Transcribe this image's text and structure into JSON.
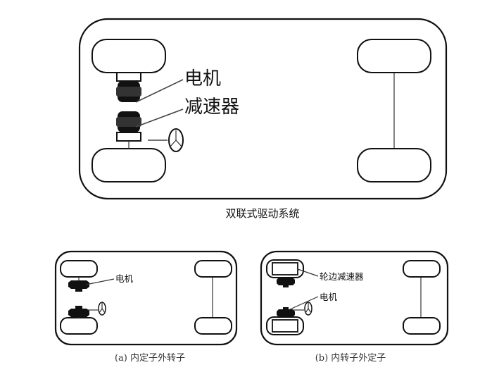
{
  "main": {
    "motor_label": "电机",
    "reducer_label": "减速器",
    "caption": "双联式驱动系统"
  },
  "sub_a": {
    "motor_label": "电机",
    "caption": "(a) 内定子外转子"
  },
  "sub_b": {
    "reducer_label": "轮边减速器",
    "motor_label": "电机",
    "caption": "(b) 内转子外定子"
  },
  "colors": {
    "stroke": "#111111",
    "fill": "#ffffff"
  }
}
